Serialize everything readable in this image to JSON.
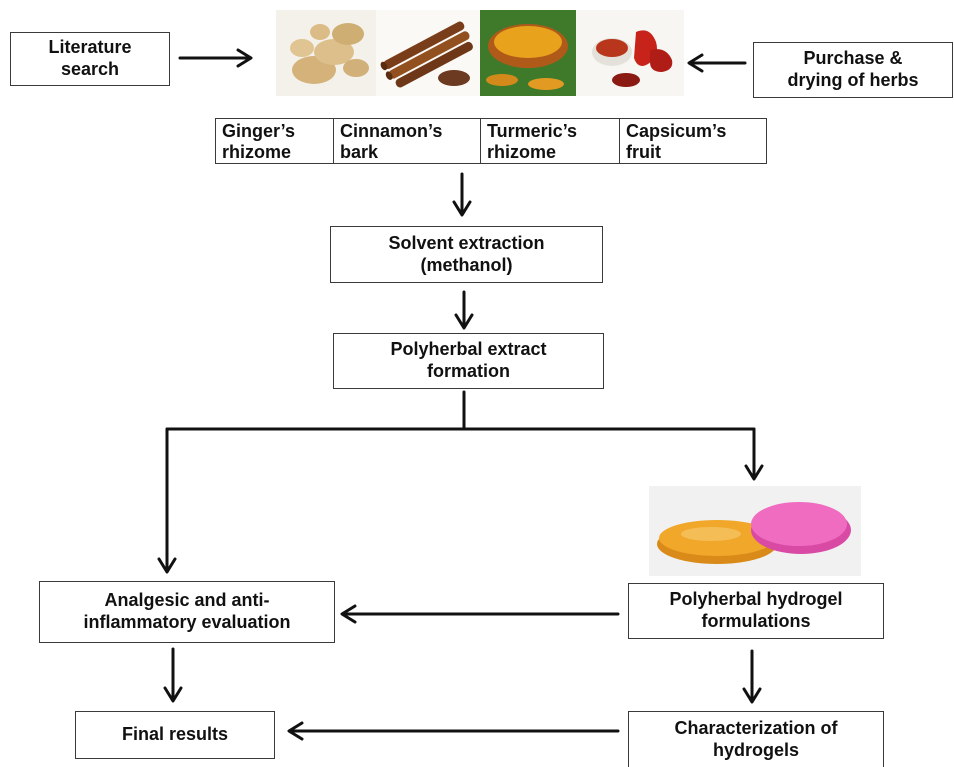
{
  "boxes": {
    "literature_search": "Literature\nsearch",
    "purchase_drying": "Purchase &\ndrying of herbs",
    "solvent_extraction": "Solvent extraction\n(methanol)",
    "polyherbal_extract": "Polyherbal extract\nformation",
    "analgesic_evaluation": "Analgesic and anti-\ninflammatory evaluation",
    "hydrogel_formulations": "Polyherbal hydrogel\nformulations",
    "final_results": "Final results",
    "characterization": "Characterization of\nhydrogels"
  },
  "herbs": [
    {
      "label": "Ginger’s\nrhizome",
      "icon": "ginger-photo"
    },
    {
      "label": "Cinnamon’s\nbark",
      "icon": "cinnamon-photo"
    },
    {
      "label": "Turmeric’s\nrhizome",
      "icon": "turmeric-photo"
    },
    {
      "label": "Capsicum’s\nfruit",
      "icon": "capsicum-photo"
    }
  ],
  "hydrogel_icon": "hydrogel-jar-photo",
  "colors": {
    "line": "#111111",
    "border": "#3a3a3a",
    "ginger": "#d9bb86",
    "cinnamon": "#8a4a22",
    "turmeric": "#e8a21c",
    "turmeric_bg": "#3f7a2a",
    "capsicum": "#c8231b",
    "gel": "#f0a72a",
    "lid": "#f06cc0"
  }
}
